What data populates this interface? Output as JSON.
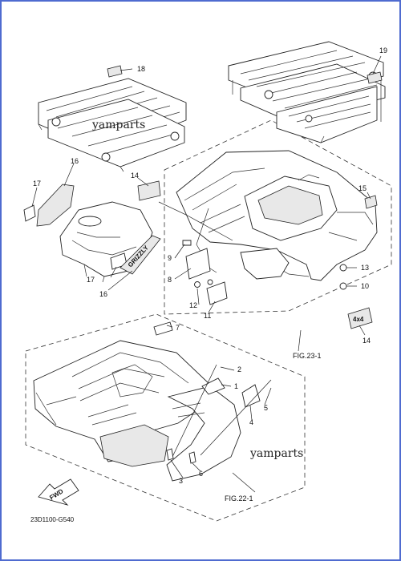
{
  "diagram": {
    "part_numbers": {
      "n1": "1",
      "n2": "2",
      "n3": "3",
      "n4": "4",
      "n5": "5",
      "n6": "6",
      "n7": "7",
      "n8": "8",
      "n9": "9",
      "n10": "10",
      "n11": "11",
      "n12": "12",
      "n13": "13",
      "n14a": "14",
      "n14b": "14",
      "n15": "15",
      "n16": "16",
      "n17a": "17",
      "n17b": "17",
      "n18": "18",
      "n19": "19"
    },
    "figure_refs": {
      "rear": "FIG.23-1",
      "front": "FIG.22-1"
    },
    "watermarks": {
      "top": "yamparts",
      "bottom": "yamparts"
    },
    "fwd_label": "FWD",
    "drawing_code": "23D1100-G540",
    "emblem_text": "GRIZZLY",
    "badge_text": "4x4"
  }
}
